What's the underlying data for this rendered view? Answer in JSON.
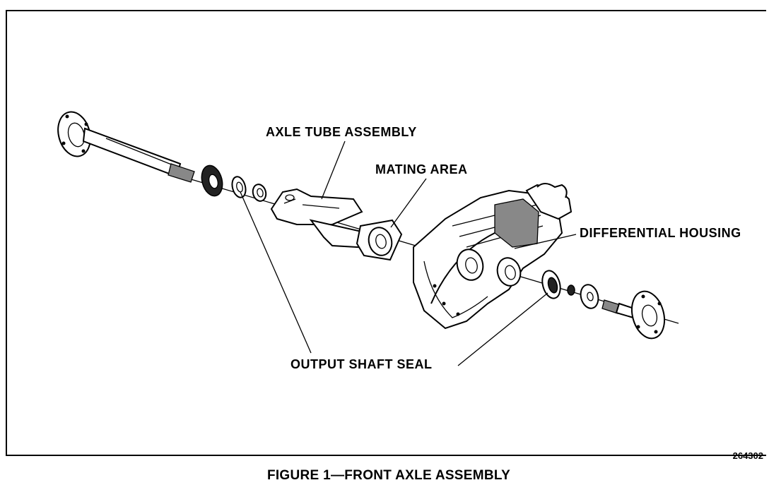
{
  "figure": {
    "callouts": {
      "axle_tube_assembly": "AXLE TUBE ASSEMBLY",
      "mating_area": "MATING AREA",
      "differential_housing": "DIFFERENTIAL HOUSING",
      "output_shaft_seal": "OUTPUT SHAFT SEAL"
    },
    "figure_number": "264302",
    "caption": "FIGURE 1—FRONT AXLE ASSEMBLY"
  }
}
